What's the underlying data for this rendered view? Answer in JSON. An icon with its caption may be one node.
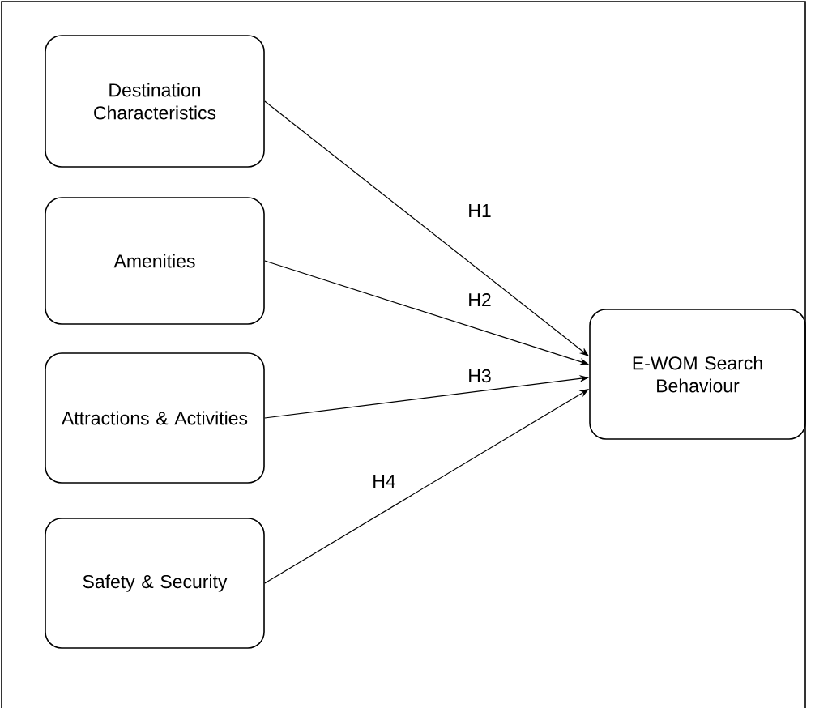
{
  "diagram": {
    "nodes": [
      {
        "text": [
          "Destination Characteristics"
        ]
      },
      {
        "text": [
          "Amenities"
        ]
      },
      {
        "text": [
          "Attractions & Activities"
        ]
      },
      {
        "text": [
          "Safety & Security"
        ]
      },
      {
        "text": [
          "E-WOM Search Behaviour"
        ]
      }
    ],
    "edges": [
      {
        "from": 0,
        "to": 4,
        "arrow": "to",
        "label": "H1"
      },
      {
        "from": 1,
        "to": 4,
        "arrow": "to",
        "label": "H2"
      },
      {
        "from": 2,
        "to": 4,
        "arrow": "to",
        "label": "H3"
      },
      {
        "from": 3,
        "to": 4,
        "arrow": "to",
        "label": "H4"
      }
    ]
  }
}
